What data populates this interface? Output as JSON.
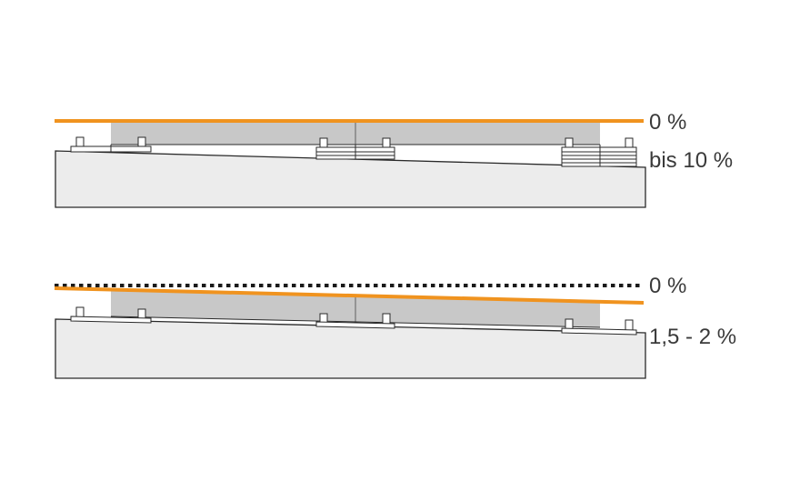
{
  "top_diagram": {
    "label_top": "0 %",
    "label_bottom": "bis 10 %"
  },
  "bottom_diagram": {
    "label_top": "0 %",
    "label_bottom": "1,5 - 2 %"
  },
  "colors": {
    "orange_line": "#f0931f",
    "tile_gray": "#c8c8c8",
    "slab_fill": "#ececec",
    "outline": "#2a2a2a",
    "label_text": "#3a3a3a"
  }
}
